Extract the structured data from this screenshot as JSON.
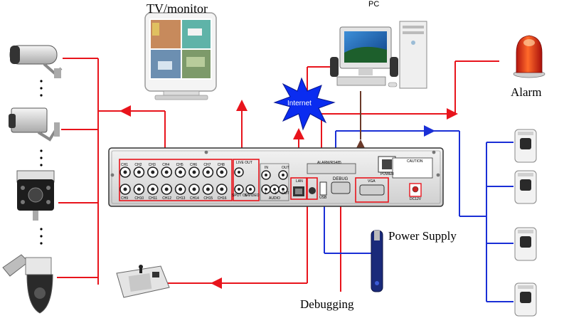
{
  "labels": {
    "tv_monitor": "TV/monitor",
    "pc": "PC",
    "alarm": "Alarm",
    "internet": "Internet",
    "power_supply": "Power Supply",
    "debugging": "Debugging"
  },
  "dvr_panel": {
    "channels_top": [
      "CH1",
      "CH2",
      "CH3",
      "CH4",
      "CH5",
      "CH6",
      "CH7",
      "CH8"
    ],
    "channels_bottom": [
      "CH9",
      "CH10",
      "CH11",
      "CH12",
      "CH13",
      "CH14",
      "CH15",
      "CH16"
    ],
    "live_out": "LIVE OUT",
    "spot_out": "SPOT OUT",
    "s_video": "S-VIDEO",
    "audio": "AUDIO",
    "in_label": "IN",
    "out_label": "OUT",
    "audio_ports": [
      "1",
      "3"
    ],
    "audio_out": "OUT",
    "lan": "LAN",
    "usb": "USB",
    "debug": "DEBUG",
    "vga": "VGA",
    "alarm_rs485": "ALARM/RS485",
    "power": "POWER",
    "dc": "DC12V",
    "caution": "CAUTION"
  },
  "colors": {
    "red_line": "#e8141c",
    "blue_line": "#1a2fd6",
    "brown_line": "#6b3a2a",
    "panel_outline": "#e8141c"
  },
  "icons": [
    "bullet-camera-icon",
    "box-camera-icon",
    "ir-camera-icon",
    "ptz-dome-camera-icon",
    "ptz-keyboard-icon",
    "monitor-icon",
    "pc-icon",
    "alarm-siren-icon",
    "internet-starburst-icon",
    "usb-stick-icon",
    "pir-sensor-icon"
  ]
}
